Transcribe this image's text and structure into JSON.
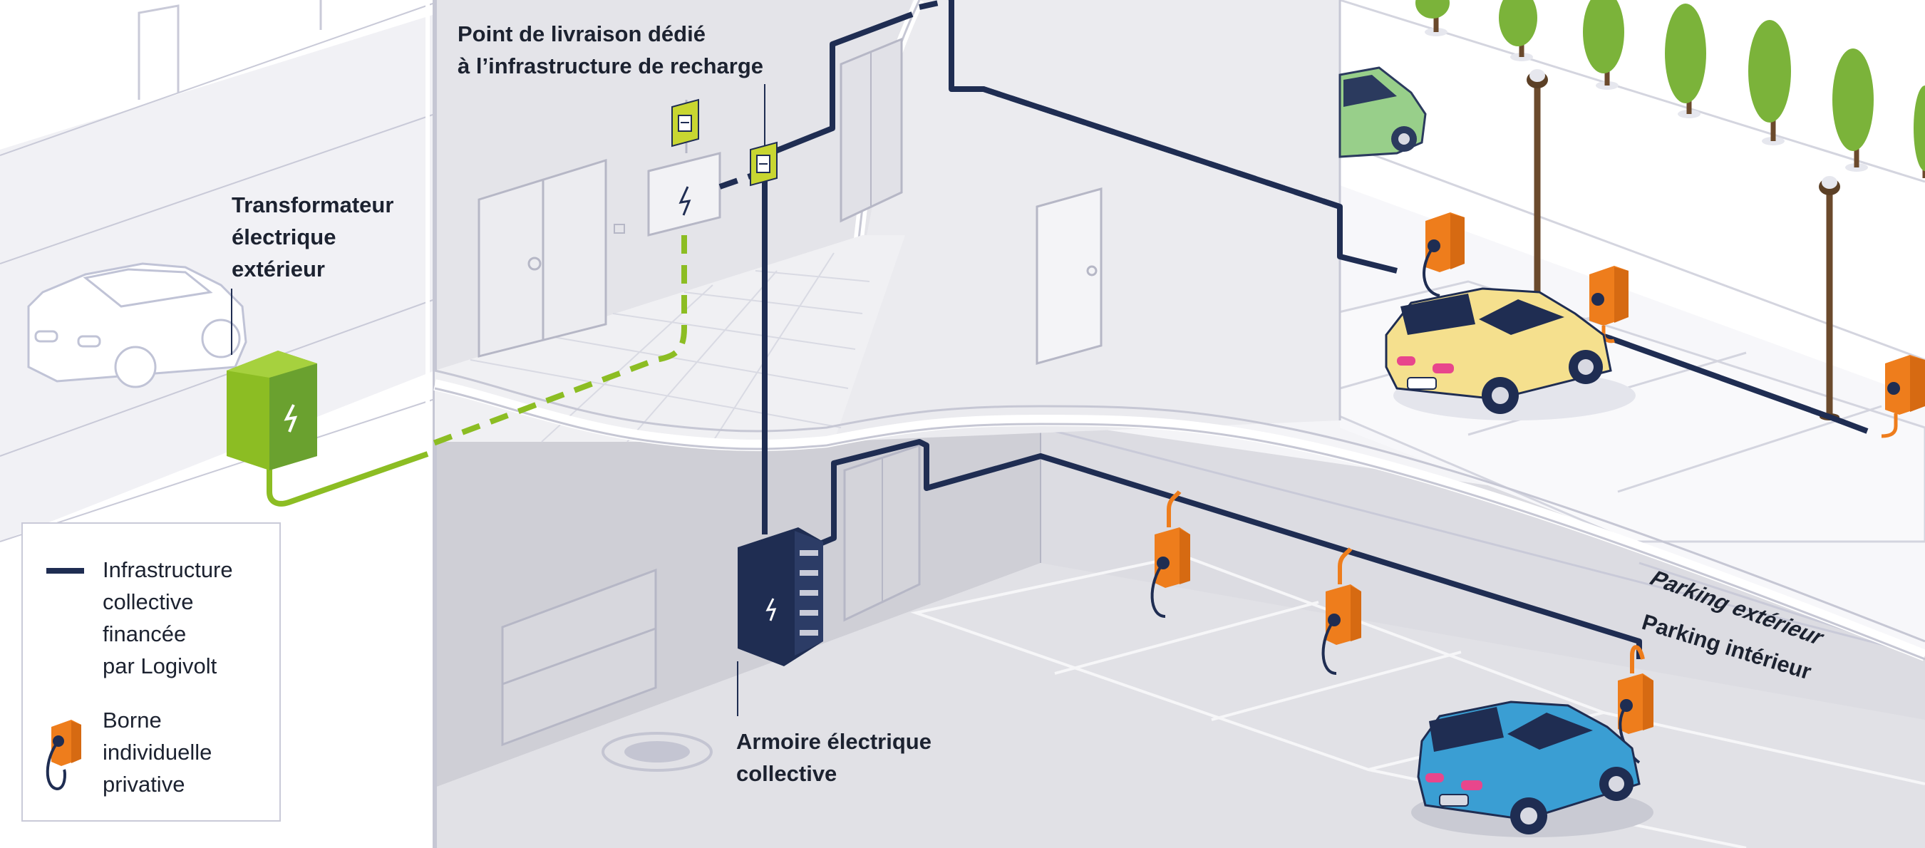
{
  "labels": {
    "delivery_point": [
      "Point de livraison dédié",
      "à l’infrastructure de recharge"
    ],
    "transformer": [
      "Transformateur",
      "électrique",
      "extérieur"
    ],
    "cabinet": [
      "Armoire électrique",
      "collective"
    ],
    "parking_outdoor": "Parking extérieur",
    "parking_indoor": "Parking intérieur"
  },
  "legend": {
    "collective": [
      "Infrastructure",
      "collective",
      "financée",
      "par Logivolt"
    ],
    "private": [
      "Borne",
      "individuelle",
      "privative"
    ]
  },
  "colors": {
    "navy": "#1f2d52",
    "green": "#8cbd23",
    "orange": "#ee7d1c",
    "yellow_meter": "#c8d631",
    "car_yellow": "#f5e08e",
    "car_blue": "#3a9ed3",
    "car_green": "#98cf8a",
    "tree": "#7bb33a"
  }
}
